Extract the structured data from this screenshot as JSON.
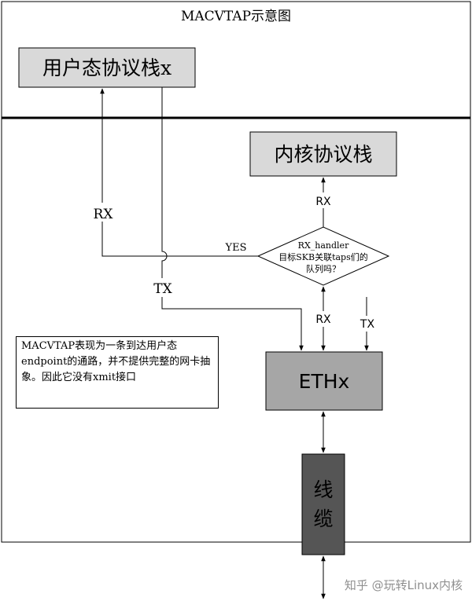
{
  "title": "MACVTAP示意图",
  "user_stack_label": "用户态协议栈x",
  "kernel_stack_label": "内核协议栈",
  "ethx_label": "ETHx",
  "cable_label_1": "线",
  "cable_label_2": "缆",
  "decision": {
    "line1": "RX_handler",
    "line2": "目标SKB关联taps们的",
    "line3": "队列吗？"
  },
  "labels": {
    "rx_left": "RX",
    "tx_left": "TX",
    "yes": "YES",
    "rx_up": "RX",
    "rx_mid": "RX",
    "tx_right": "TX"
  },
  "note": "MACVTAP表现为一条到达用户态endpoint的通路，并不提供完整的网卡抽象。因此它没有xmit接口",
  "watermark": "知乎 @玩转Linux内核",
  "colors": {
    "box_fill": "#d9d9d9",
    "ethx_fill": "#a6a6a6",
    "cable_fill": "#555555",
    "watermark": "#8f8f8f"
  }
}
